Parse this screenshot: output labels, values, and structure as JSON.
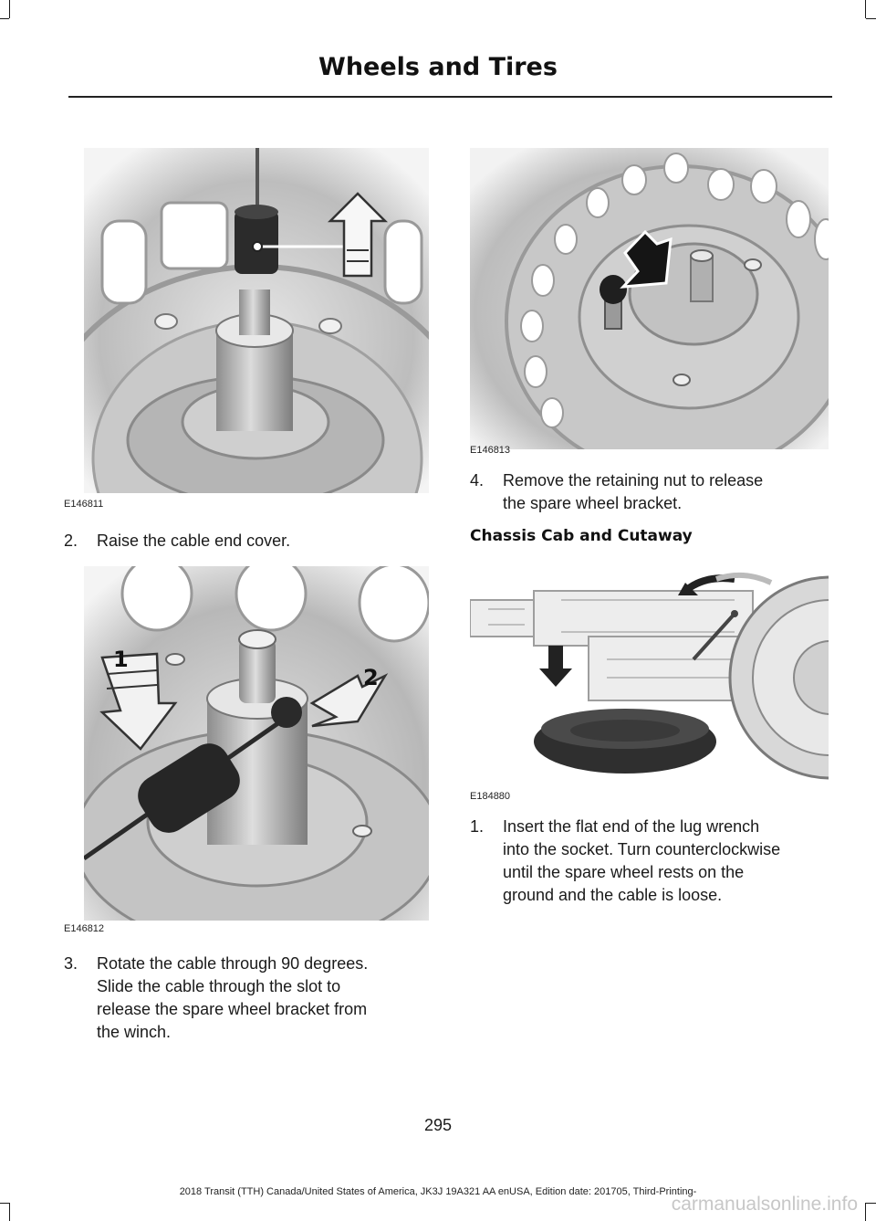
{
  "header": {
    "title": "Wheels and Tires"
  },
  "figures": [
    {
      "label": "E146811"
    },
    {
      "label": "E146812",
      "callouts": [
        "1",
        "2"
      ]
    },
    {
      "label": "E146813"
    },
    {
      "label": "E184880"
    }
  ],
  "steps_left": [
    {
      "num": "2.",
      "lines": [
        "Raise the cable end cover."
      ]
    },
    {
      "num": "3.",
      "lines": [
        "Rotate the cable through 90 degrees.",
        "Slide the cable through the slot to",
        "release the spare wheel bracket from",
        "the winch."
      ]
    }
  ],
  "steps_right": [
    {
      "num": "4.",
      "lines": [
        "Remove the retaining nut to release",
        "the spare wheel bracket."
      ]
    },
    {
      "num": "1.",
      "lines": [
        "Insert the flat end of the lug wrench",
        "into the socket. Turn counterclockwise",
        "until the spare wheel rests on the",
        "ground and the cable is loose."
      ]
    }
  ],
  "subheading": "Chassis Cab and Cutaway",
  "page_number": "295",
  "footer": "2018 Transit (TTH) Canada/United States of America, JK3J 19A321 AA enUSA, Edition date: 201705, Third-Printing-",
  "watermark": "carmanualsonline.info"
}
